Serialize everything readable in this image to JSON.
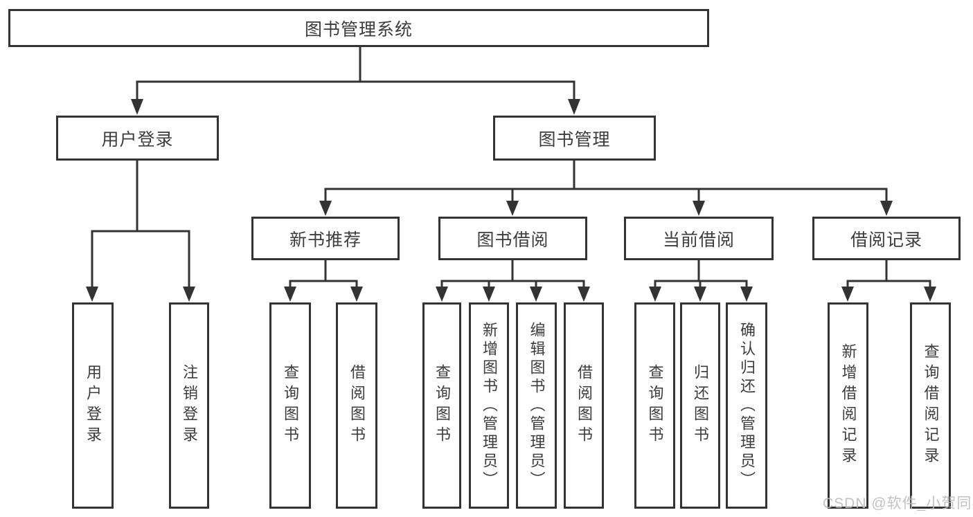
{
  "diagram": {
    "root": {
      "label": "图书管理系统",
      "children": [
        {
          "label": "用户登录",
          "children": [
            {
              "label": "用户登录"
            },
            {
              "label": "注销登录"
            }
          ]
        },
        {
          "label": "图书管理",
          "children": [
            {
              "label": "新书推荐",
              "children": [
                {
                  "label": "查询图书"
                },
                {
                  "label": "借阅图书"
                }
              ]
            },
            {
              "label": "图书借阅",
              "children": [
                {
                  "label": "查询图书"
                },
                {
                  "label": "新增图书（管理员）"
                },
                {
                  "label": "编辑图书（管理员）"
                },
                {
                  "label": "借阅图书"
                }
              ]
            },
            {
              "label": "当前借阅",
              "children": [
                {
                  "label": "查询图书"
                },
                {
                  "label": "归还图书"
                },
                {
                  "label": "确认归还（管理员）"
                }
              ]
            },
            {
              "label": "借阅记录",
              "children": [
                {
                  "label": "新增借阅记录"
                },
                {
                  "label": "查询借阅记录"
                }
              ]
            }
          ]
        }
      ]
    }
  },
  "watermark": "CSDN @软件_小贺同学",
  "colors": {
    "line": "#333333",
    "text": "#3c3c3c",
    "box_background": "#ffffff",
    "watermark": "#bdbdbd"
  }
}
